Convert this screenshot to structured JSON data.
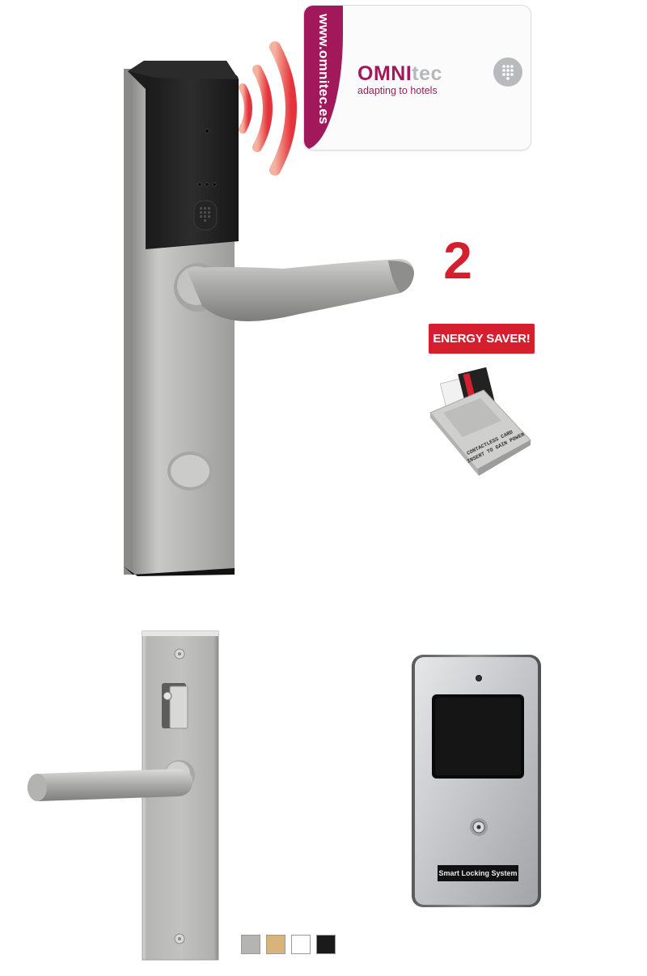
{
  "card": {
    "url": "www.omnitec.es",
    "logo_part1": "OMNI",
    "logo_part2": "tec",
    "tagline": "adapting to hotels"
  },
  "badge_number": "2",
  "energy_saver": "ENERGY SAVER!",
  "energy_pocket": {
    "line1": "CONTACTLESS CARD",
    "line2": "INSERT TO GAIN POWER"
  },
  "reader": {
    "label": "Smart Locking System"
  },
  "swatches": [
    {
      "name": "satin-steel",
      "color": "#b4b4b2"
    },
    {
      "name": "gold",
      "color": "#d8b37a"
    },
    {
      "name": "white",
      "color": "#ffffff"
    },
    {
      "name": "black",
      "color": "#1a1a1a"
    }
  ],
  "colors": {
    "accent_red": "#d51f2f",
    "brand_magenta": "#a2195b"
  }
}
